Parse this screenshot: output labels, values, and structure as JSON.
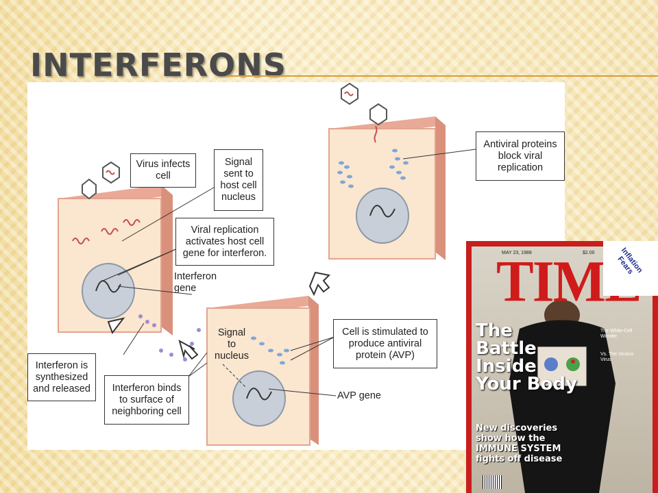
{
  "slide": {
    "title": "INTERFERONS"
  },
  "diagram": {
    "callouts": {
      "virus_infects": "Virus infects cell",
      "signal_sent": "Signal sent to host cell nucleus",
      "viral_replication": "Viral replication activates host cell gene for interferon.",
      "interferon_synth": "Interferon is synthesized and released",
      "interferon_binds": "Interferon binds to surface of neighboring cell",
      "cell_stimulated": "Cell is stimulated to produce antiviral protein (AVP)",
      "antiviral_block": "Antiviral proteins block viral replication"
    },
    "labels": {
      "interferon_gene": "Interferon gene",
      "signal_to_nucleus": "Signal to nucleus",
      "avp_gene": "AVP gene"
    },
    "colors": {
      "cell_fill": "#fbe6cf",
      "cell_edge": "#e3a48f",
      "nucleus": "#c9cfd8",
      "virus_dna": "#c0504d",
      "interferon": "#a58ad0",
      "avp": "#7da7d9"
    }
  },
  "magazine": {
    "date": "MAY 23, 1988",
    "price": "$2.00",
    "masthead": "TIME",
    "corner": "Inflation Fears",
    "headline": "The Battle Inside Your Body",
    "subhead": "New discoveries show how the IMMUNE SYSTEM fights off disease",
    "tag1": "The White-Cell Wonder",
    "tag2": "Vs. The Vicious Virus"
  }
}
